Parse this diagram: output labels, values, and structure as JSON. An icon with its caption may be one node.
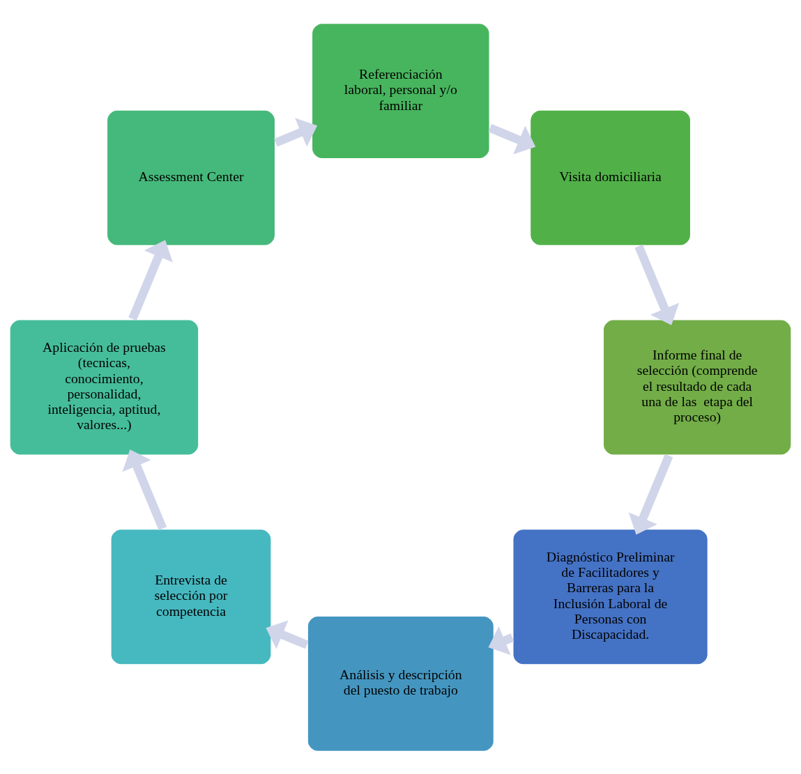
{
  "diagram": {
    "nodes": [
      {
        "text": [
          "Diagnóstico Preliminar de Facilitadores y Barreras para la Inclusión Laboral de Personas con Discapacidad."
        ]
      },
      {
        "text": [
          "Análisis y descripción del puesto de trabajo"
        ]
      },
      {
        "text": [
          "Entrevista de selección por competencia"
        ]
      },
      {
        "text": [
          "Aplicación de pruebas (tecnicas, conocimiento, personalidad, inteligencia, aptitud, valores...)"
        ]
      },
      {
        "text": [
          "Assessment Center"
        ]
      },
      {
        "text": [
          "Referenciación laboral, personal y/o familiar"
        ]
      },
      {
        "text": [
          "Visita domiciliaria"
        ]
      },
      {
        "text": [
          "Informe final de selección (comprende el resultado de cada una de las  etapa del proceso)"
        ]
      }
    ],
    "edges": [
      {
        "from": 0,
        "to": 1,
        "arrow": "to"
      },
      {
        "from": 1,
        "to": 2,
        "arrow": "to"
      },
      {
        "from": 2,
        "to": 3,
        "arrow": "to"
      },
      {
        "from": 3,
        "to": 4,
        "arrow": "to"
      },
      {
        "from": 4,
        "to": 5,
        "arrow": "to"
      },
      {
        "from": 5,
        "to": 6,
        "arrow": "to"
      },
      {
        "from": 6,
        "to": 7,
        "arrow": "to"
      },
      {
        "from": 7,
        "to": 0,
        "arrow": "to"
      }
    ]
  }
}
